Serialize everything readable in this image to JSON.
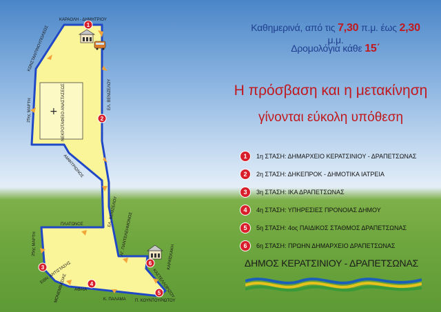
{
  "schedule": {
    "line1_pre": "Καθημερινά, από τις",
    "time_start": "7,30",
    "line1_mid": "π.μ. έως",
    "time_end": "2,30",
    "line1_post": "μ.μ.",
    "line2_pre": "Δρομολόγια κάθε",
    "interval": "15΄"
  },
  "headline": {
    "line1": "Η πρόσβαση και η μετακίνηση",
    "line2": "γίνονται εύκολη υπόθεση"
  },
  "stops": [
    {
      "num": "1",
      "label": "1η ΣΤΑΣΗ: ΔΗΜΑΡΧΕΙΟ ΚΕΡΑΤΣΙΝΙΟΥ - ΔΡΑΠΕΤΣΩΝΑΣ"
    },
    {
      "num": "2",
      "label": "2η ΣΤΑΣΗ: ΔΗΚΕΠΡΟΚ - ΔΗΜΟΤΙΚΑ ΙΑΤΡΕΙΑ"
    },
    {
      "num": "3",
      "label": "3η ΣΤΑΣΗ: ΙΚΑ ΔΡΑΠΕΤΣΩΝΑΣ"
    },
    {
      "num": "4",
      "label": "4η ΣΤΑΣΗ: ΥΠΗΡΕΣΙΕΣ ΠΡΟΝΟΙΑΣ ΔΗΜΟΥ"
    },
    {
      "num": "5",
      "label": "5η ΣΤΑΣΗ: 4ος ΠΑΙΔΙΚΟΣ ΣΤΑΘΜΟΣ ΔΡΑΠΕΤΣΩΝΑΣ"
    },
    {
      "num": "6",
      "label": "6η ΣΤΑΣΗ: ΠΡΩΗΝ ΔΗΜΑΡΧΕΙΟ ΔΡΑΠΕΤΣΩΝΑΣ"
    }
  ],
  "footer": {
    "title": "ΔΗΜΟΣ ΚΕΡΑΤΣΙΝΙΟΥ -  ΔΡΑΠΕΤΣΩΝΑΣ"
  },
  "map": {
    "streets": {
      "karaoli": "ΚΑΡΑΟΛΗ - ΔΗΜΗΤΡΙΟΥ",
      "konstantinoupoleos": "ΚΩΝΣΤΑΝΤΙΝΟΥΠΟΛΕΩΣ",
      "marti_top": "25ης ΜΑΡΤΗ",
      "el_venizelou_top": "ΕΛ. ΒΕΝΙΖΕΛΟΥ",
      "amfitrionos": "ΑΜΦΙΤΡΙΩΝΟΣ",
      "el_venizelou_mid": "ΕΛ. ΒΕΝΙΖΕΛΟΥ",
      "ag_panteleimonos": "ΑΓ. ΠΑΝΤΕΛΕΗΜΟΝΟΣ",
      "platonos": "ΠΛΑΤΩΝΟΣ",
      "marti_bottom": "25ης ΜΑΡΤΗ",
      "ethn_antistasis": "ΕΘΝ. ΑΝΤΙΣΤΑΣΗΣ",
      "monemvasias": "ΜΟΝΕΜΒΑΣΙΑΣ",
      "afaia": "ΑΦΑΙΑ",
      "k_palama": "Κ. ΠΑΛΑΜΑ",
      "p_kountouriotou": "Π. ΚΟΥΝΤΟΥΡΙΩΤΟΥ",
      "kastellorizou": "ΚΑΣΤΕΛΛΟΡΙΖΟΥ",
      "karaiskaki": "ΚΑΡΑΪΣΚΑΚΗ"
    },
    "cemetery_label": "ΝΕΚΡΟΤΑΦΕΙΟ ΑΝΑΣΤΑΣΕΩΣ",
    "stop_markers": [
      "1",
      "2",
      "3",
      "4",
      "5",
      "6"
    ],
    "route_color": "#1f47c6",
    "area_color": "#fbf59a",
    "marker_color": "#d81e2a",
    "arrow_color": "#f2a43a"
  }
}
